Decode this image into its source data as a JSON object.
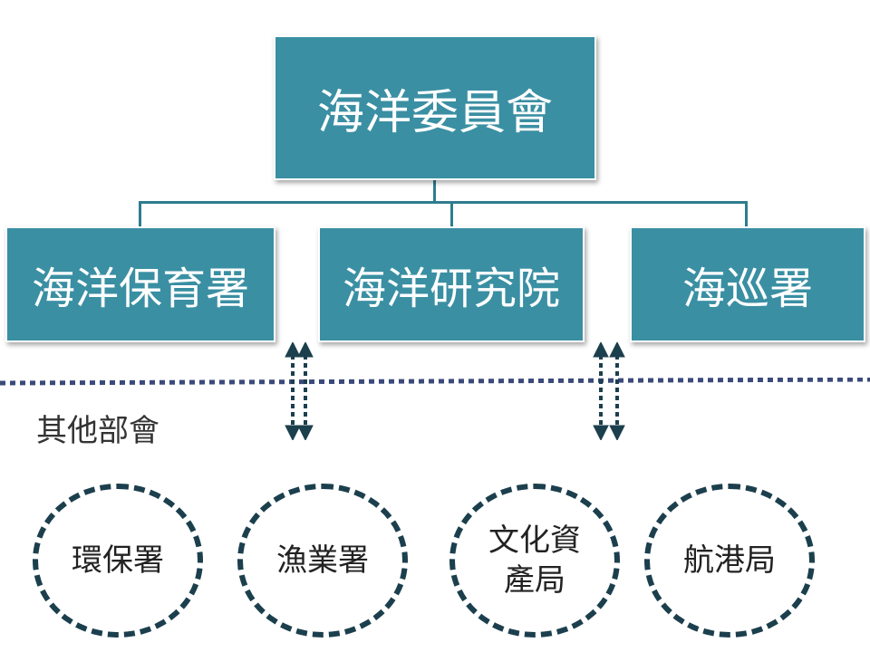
{
  "colors": {
    "box_fill": "#3a8fa3",
    "connector": "#2e7d8f",
    "dots": "#3a4a7a",
    "dashed_outline": "#1c3f4d",
    "arrow": "#1c3f4d"
  },
  "top": {
    "label": "海洋委員會"
  },
  "subunits": [
    {
      "label": "海洋保育署"
    },
    {
      "label": "海洋研究院"
    },
    {
      "label": "海巡署"
    }
  ],
  "section_label": "其他部會",
  "agencies": [
    {
      "label": "環保署"
    },
    {
      "label": "漁業署"
    },
    {
      "label": "文化資\n產局"
    },
    {
      "label": "航港局"
    }
  ]
}
